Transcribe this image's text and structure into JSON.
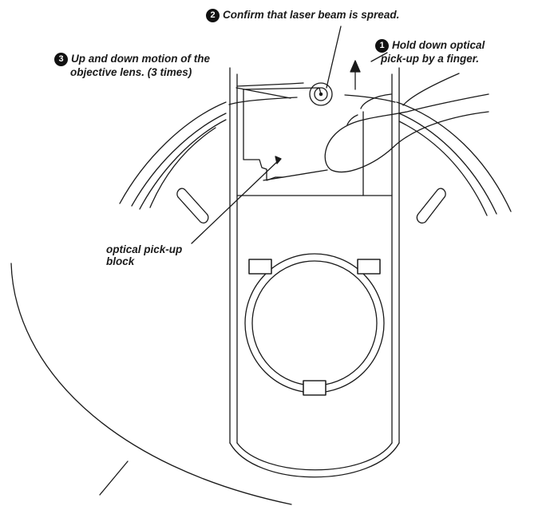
{
  "callouts": {
    "step1": {
      "badge": "1",
      "line1": "Hold down optical",
      "line2": "pick-up by a finger."
    },
    "step2": {
      "badge": "2",
      "line1": "Confirm that laser beam is spread."
    },
    "step3": {
      "badge": "3",
      "line1": "Up and down motion of the",
      "line2": "objective lens. (3 times)"
    },
    "block": {
      "line1": "optical pick-up",
      "line2": "block"
    }
  }
}
